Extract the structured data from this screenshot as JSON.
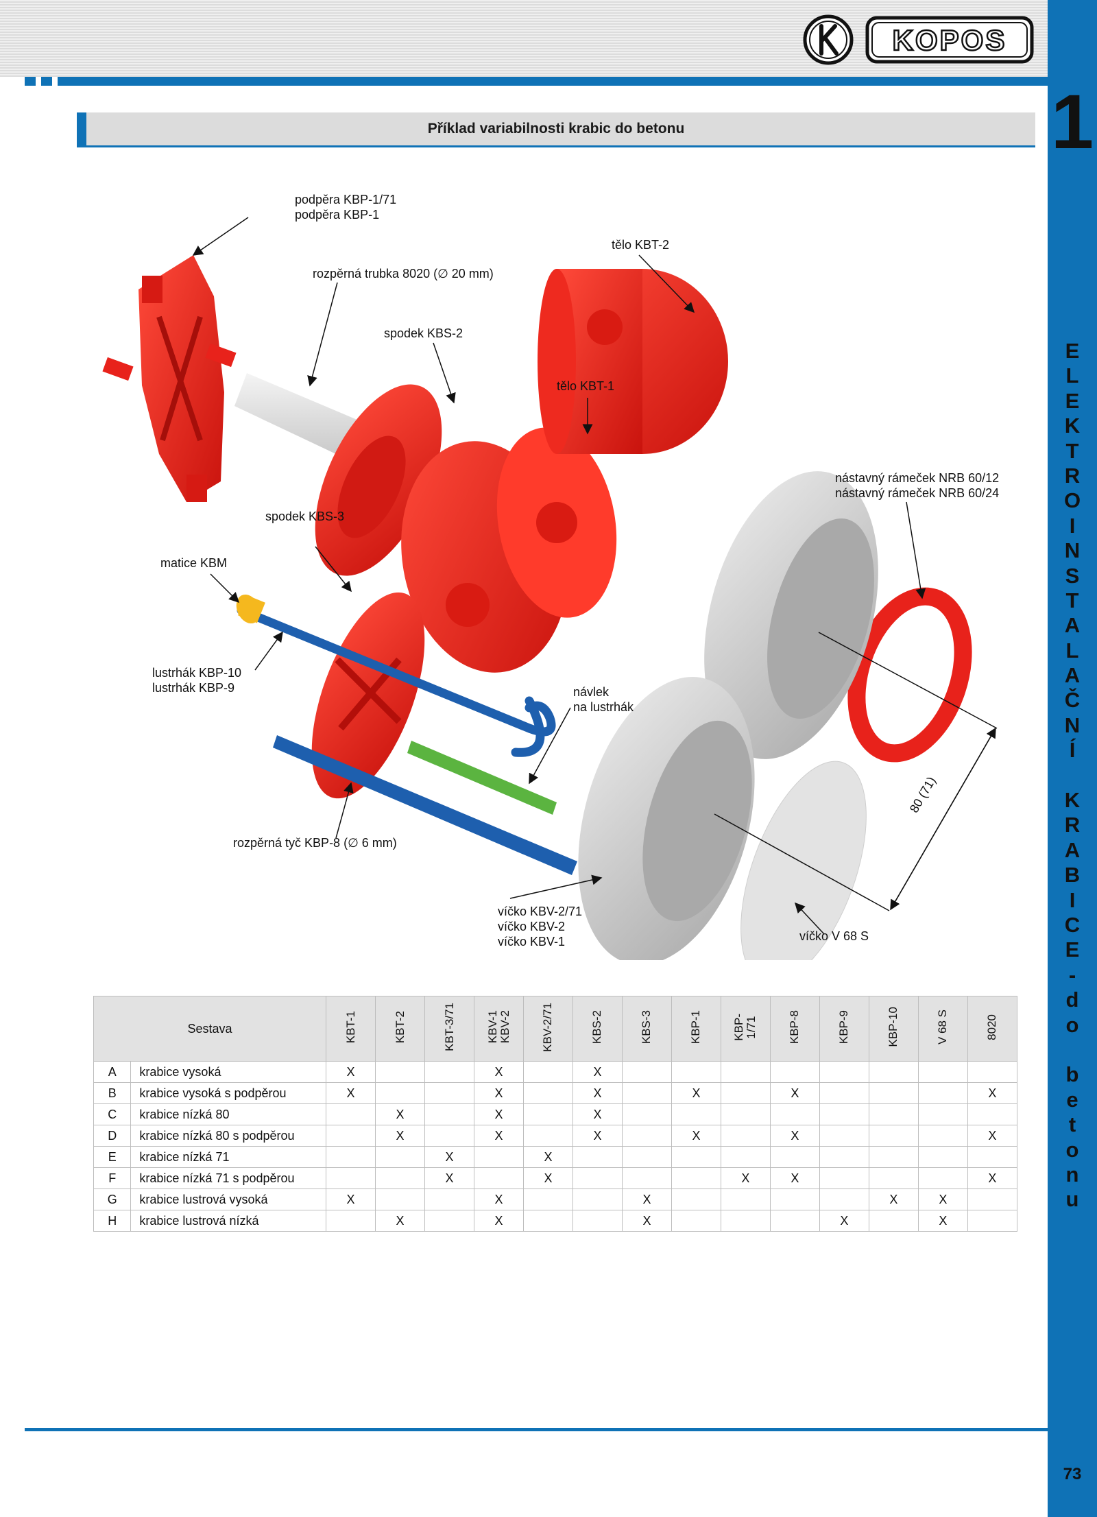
{
  "header": {
    "brand": "KOPOS",
    "logo_icon": "kopos-k-logo-icon",
    "chapter_number": "1",
    "section_vertical": [
      "E",
      "L",
      "E",
      "K",
      "T",
      "R",
      "O",
      "I",
      "N",
      "S",
      "T",
      "A",
      "L",
      "A",
      "Č",
      "N",
      "Í",
      "",
      "K",
      "R",
      "A",
      "B",
      "I",
      "C",
      "E",
      "-",
      "d",
      "o",
      "",
      "b",
      "e",
      "t",
      "o",
      "n",
      "u"
    ],
    "page_number": "73"
  },
  "title": "Příklad variabilnosti krabic do betonu",
  "colors": {
    "accent_blue": "#0f72b6",
    "part_red": "#e8221b",
    "part_grey": "#c8c8c8",
    "hook_blue": "#1e5fae",
    "sleeve_green": "#5bb440",
    "nut_yellow": "#f5b81e"
  },
  "labels": {
    "podpera": [
      "podpěra KBP-1/71",
      "podpěra KBP-1"
    ],
    "trubka": "rozpěrná trubka 8020 (∅ 20 mm)",
    "spodek_kbs2": "spodek KBS-2",
    "telo_kbt2": "tělo KBT-2",
    "telo_kbt1": "tělo KBT-1",
    "ramecek": [
      "nástavný rámeček NRB 60/12",
      "nástavný rámeček NRB 60/24"
    ],
    "spodek_kbs3": "spodek KBS-3",
    "matice": "matice KBM",
    "lustrhak": [
      "lustrhák KBP-10",
      "lustrhák KBP-9"
    ],
    "navlek": [
      "návlek",
      "na lustrhák"
    ],
    "dimension": "80 (71)",
    "tyc": "rozpěrná tyč KBP-8 (∅ 6 mm)",
    "vicko_kbv": [
      "víčko KBV-2/71",
      "víčko KBV-2",
      "víčko KBV-1"
    ],
    "vicko_v68": "víčko V 68 S"
  },
  "table": {
    "header_label": "Sestava",
    "columns": [
      "KBT-1",
      "KBT-2",
      "KBT-3/71",
      "KBV-1\nKBV-2",
      "KBV-2/71",
      "KBS-2",
      "KBS-3",
      "KBP-1",
      "KBP-\n1/71",
      "KBP-8",
      "KBP-9",
      "KBP-10",
      "V 68 S",
      "8020"
    ],
    "rows": [
      {
        "id": "A",
        "name": "krabice vysoká",
        "cells": [
          "X",
          "",
          "",
          "X",
          "",
          "X",
          "",
          "",
          "",
          "",
          "",
          "",
          "",
          ""
        ]
      },
      {
        "id": "B",
        "name": "krabice vysoká s podpěrou",
        "cells": [
          "X",
          "",
          "",
          "X",
          "",
          "X",
          "",
          "X",
          "",
          "X",
          "",
          "",
          "",
          "X"
        ]
      },
      {
        "id": "C",
        "name": "krabice nízká 80",
        "cells": [
          "",
          "X",
          "",
          "X",
          "",
          "X",
          "",
          "",
          "",
          "",
          "",
          "",
          "",
          ""
        ]
      },
      {
        "id": "D",
        "name": "krabice nízká 80 s podpěrou",
        "cells": [
          "",
          "X",
          "",
          "X",
          "",
          "X",
          "",
          "X",
          "",
          "X",
          "",
          "",
          "",
          "X"
        ]
      },
      {
        "id": "E",
        "name": "krabice nízká 71",
        "cells": [
          "",
          "",
          "X",
          "",
          "X",
          "",
          "",
          "",
          "",
          "",
          "",
          "",
          "",
          ""
        ]
      },
      {
        "id": "F",
        "name": "krabice nízká 71 s podpěrou",
        "cells": [
          "",
          "",
          "X",
          "",
          "X",
          "",
          "",
          "",
          "X",
          "X",
          "",
          "",
          "",
          "X"
        ]
      },
      {
        "id": "G",
        "name": "krabice lustrová vysoká",
        "cells": [
          "X",
          "",
          "",
          "X",
          "",
          "",
          "X",
          "",
          "",
          "",
          "",
          "X",
          "X",
          ""
        ]
      },
      {
        "id": "H",
        "name": "krabice lustrová nízká",
        "cells": [
          "",
          "X",
          "",
          "X",
          "",
          "",
          "X",
          "",
          "",
          "",
          "X",
          "",
          "X",
          ""
        ]
      }
    ]
  }
}
